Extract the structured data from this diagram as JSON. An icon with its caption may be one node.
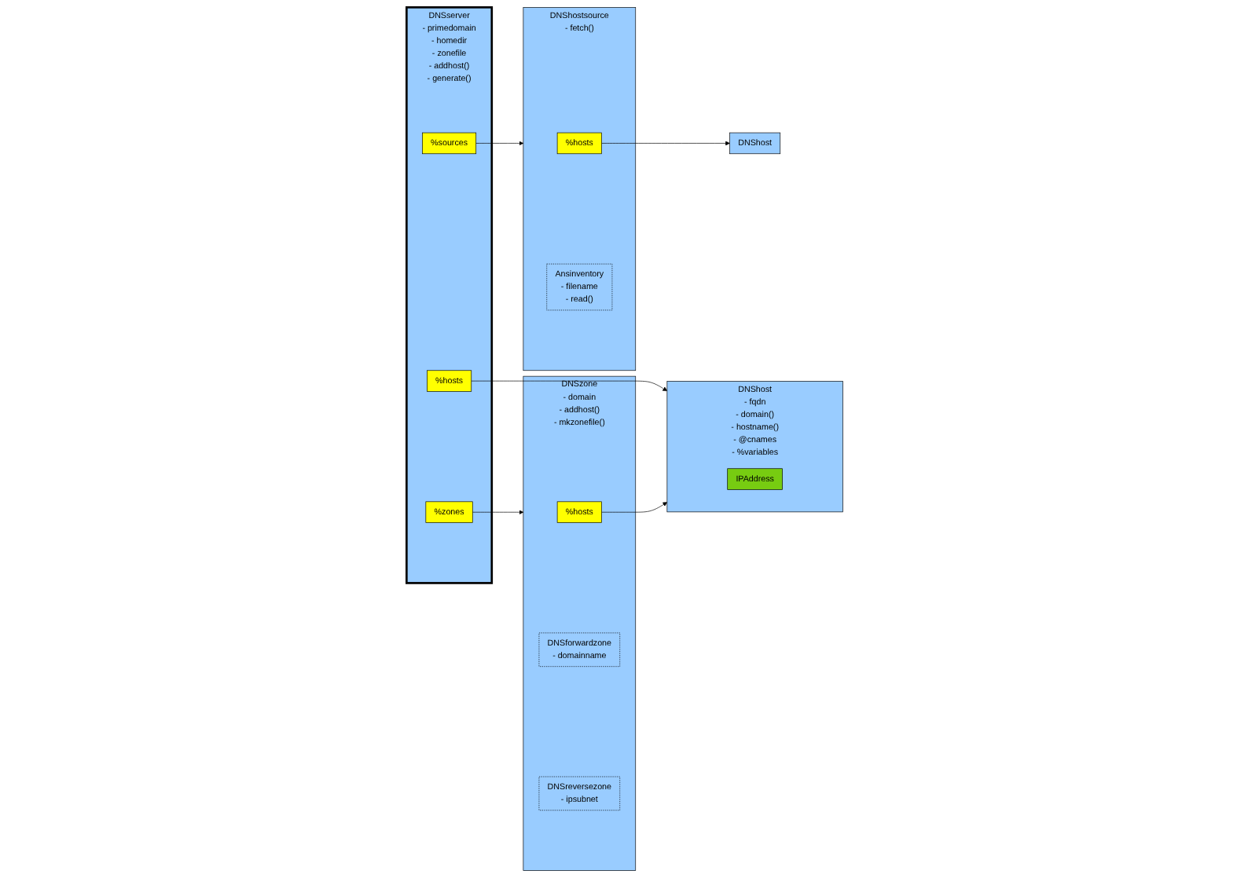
{
  "diagram": {
    "nodes": [
      {
        "text": [
          "DNSserver",
          "- primedomain",
          "- homedir",
          "- zonefile",
          "- addhost()",
          "- generate()"
        ]
      },
      {
        "text": [
          "%sources"
        ],
        "in": 0
      },
      {
        "text": [
          "%hosts"
        ],
        "in": 0
      },
      {
        "text": [
          "%zones"
        ],
        "in": 0
      },
      {
        "text": [
          "DNShostsource",
          "- fetch()"
        ]
      },
      {
        "text": [
          "%hosts"
        ],
        "in": 4
      },
      {
        "text": [
          "Ansinventory",
          "- filename",
          "- read()"
        ],
        "in": 4
      },
      {
        "text": [
          "DNShost"
        ]
      },
      {
        "text": [
          "DNSzone",
          "- domain",
          "- addhost()",
          "- mkzonefile()"
        ]
      },
      {
        "text": [
          "%hosts"
        ],
        "in": 8
      },
      {
        "text": [
          "DNSforwardzone",
          "- domainname"
        ],
        "in": 8
      },
      {
        "text": [
          "DNSreversezone",
          "- ipsubnet"
        ],
        "in": 8
      },
      {
        "text": [
          "DNShost",
          "- fqdn",
          "- domain()",
          "- hostname()",
          "- @cnames",
          "- %variables"
        ]
      },
      {
        "text": [
          "IPAddress"
        ],
        "in": 12
      }
    ],
    "edges": [
      {
        "from": 1,
        "to": 4,
        "arrow": "to"
      },
      {
        "from": 5,
        "to": 7,
        "arrow": "to"
      },
      {
        "from": 2,
        "to": 12,
        "arrow": "to"
      },
      {
        "from": 3,
        "to": 8,
        "arrow": "to"
      },
      {
        "from": 9,
        "to": 12,
        "arrow": "to"
      }
    ]
  }
}
